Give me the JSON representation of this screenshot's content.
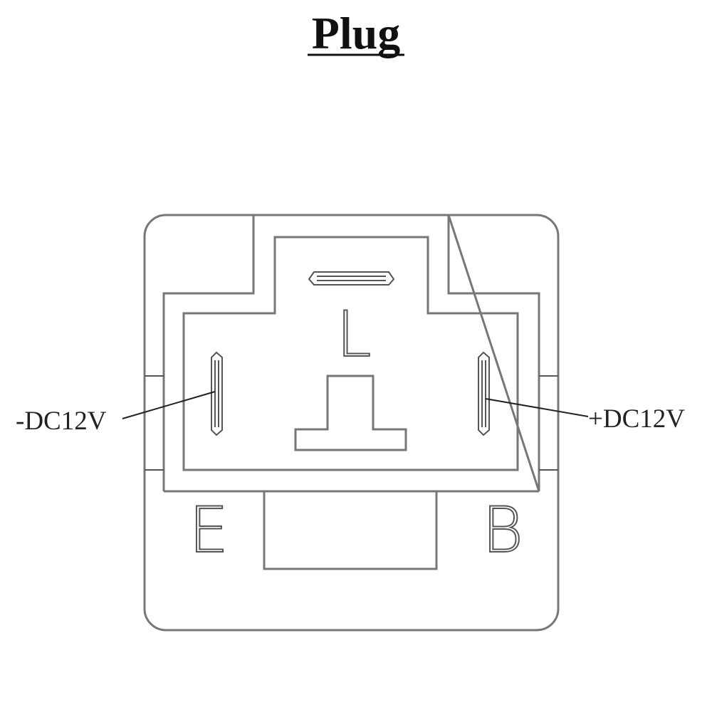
{
  "title": "Plug",
  "labels": {
    "negative": "-DC12V",
    "positive": "+DC12V"
  },
  "pins": {
    "left": "E",
    "top": "L",
    "right": "B"
  },
  "colors": {
    "background": "#ffffff",
    "line": "#777777",
    "text": "#222222"
  }
}
